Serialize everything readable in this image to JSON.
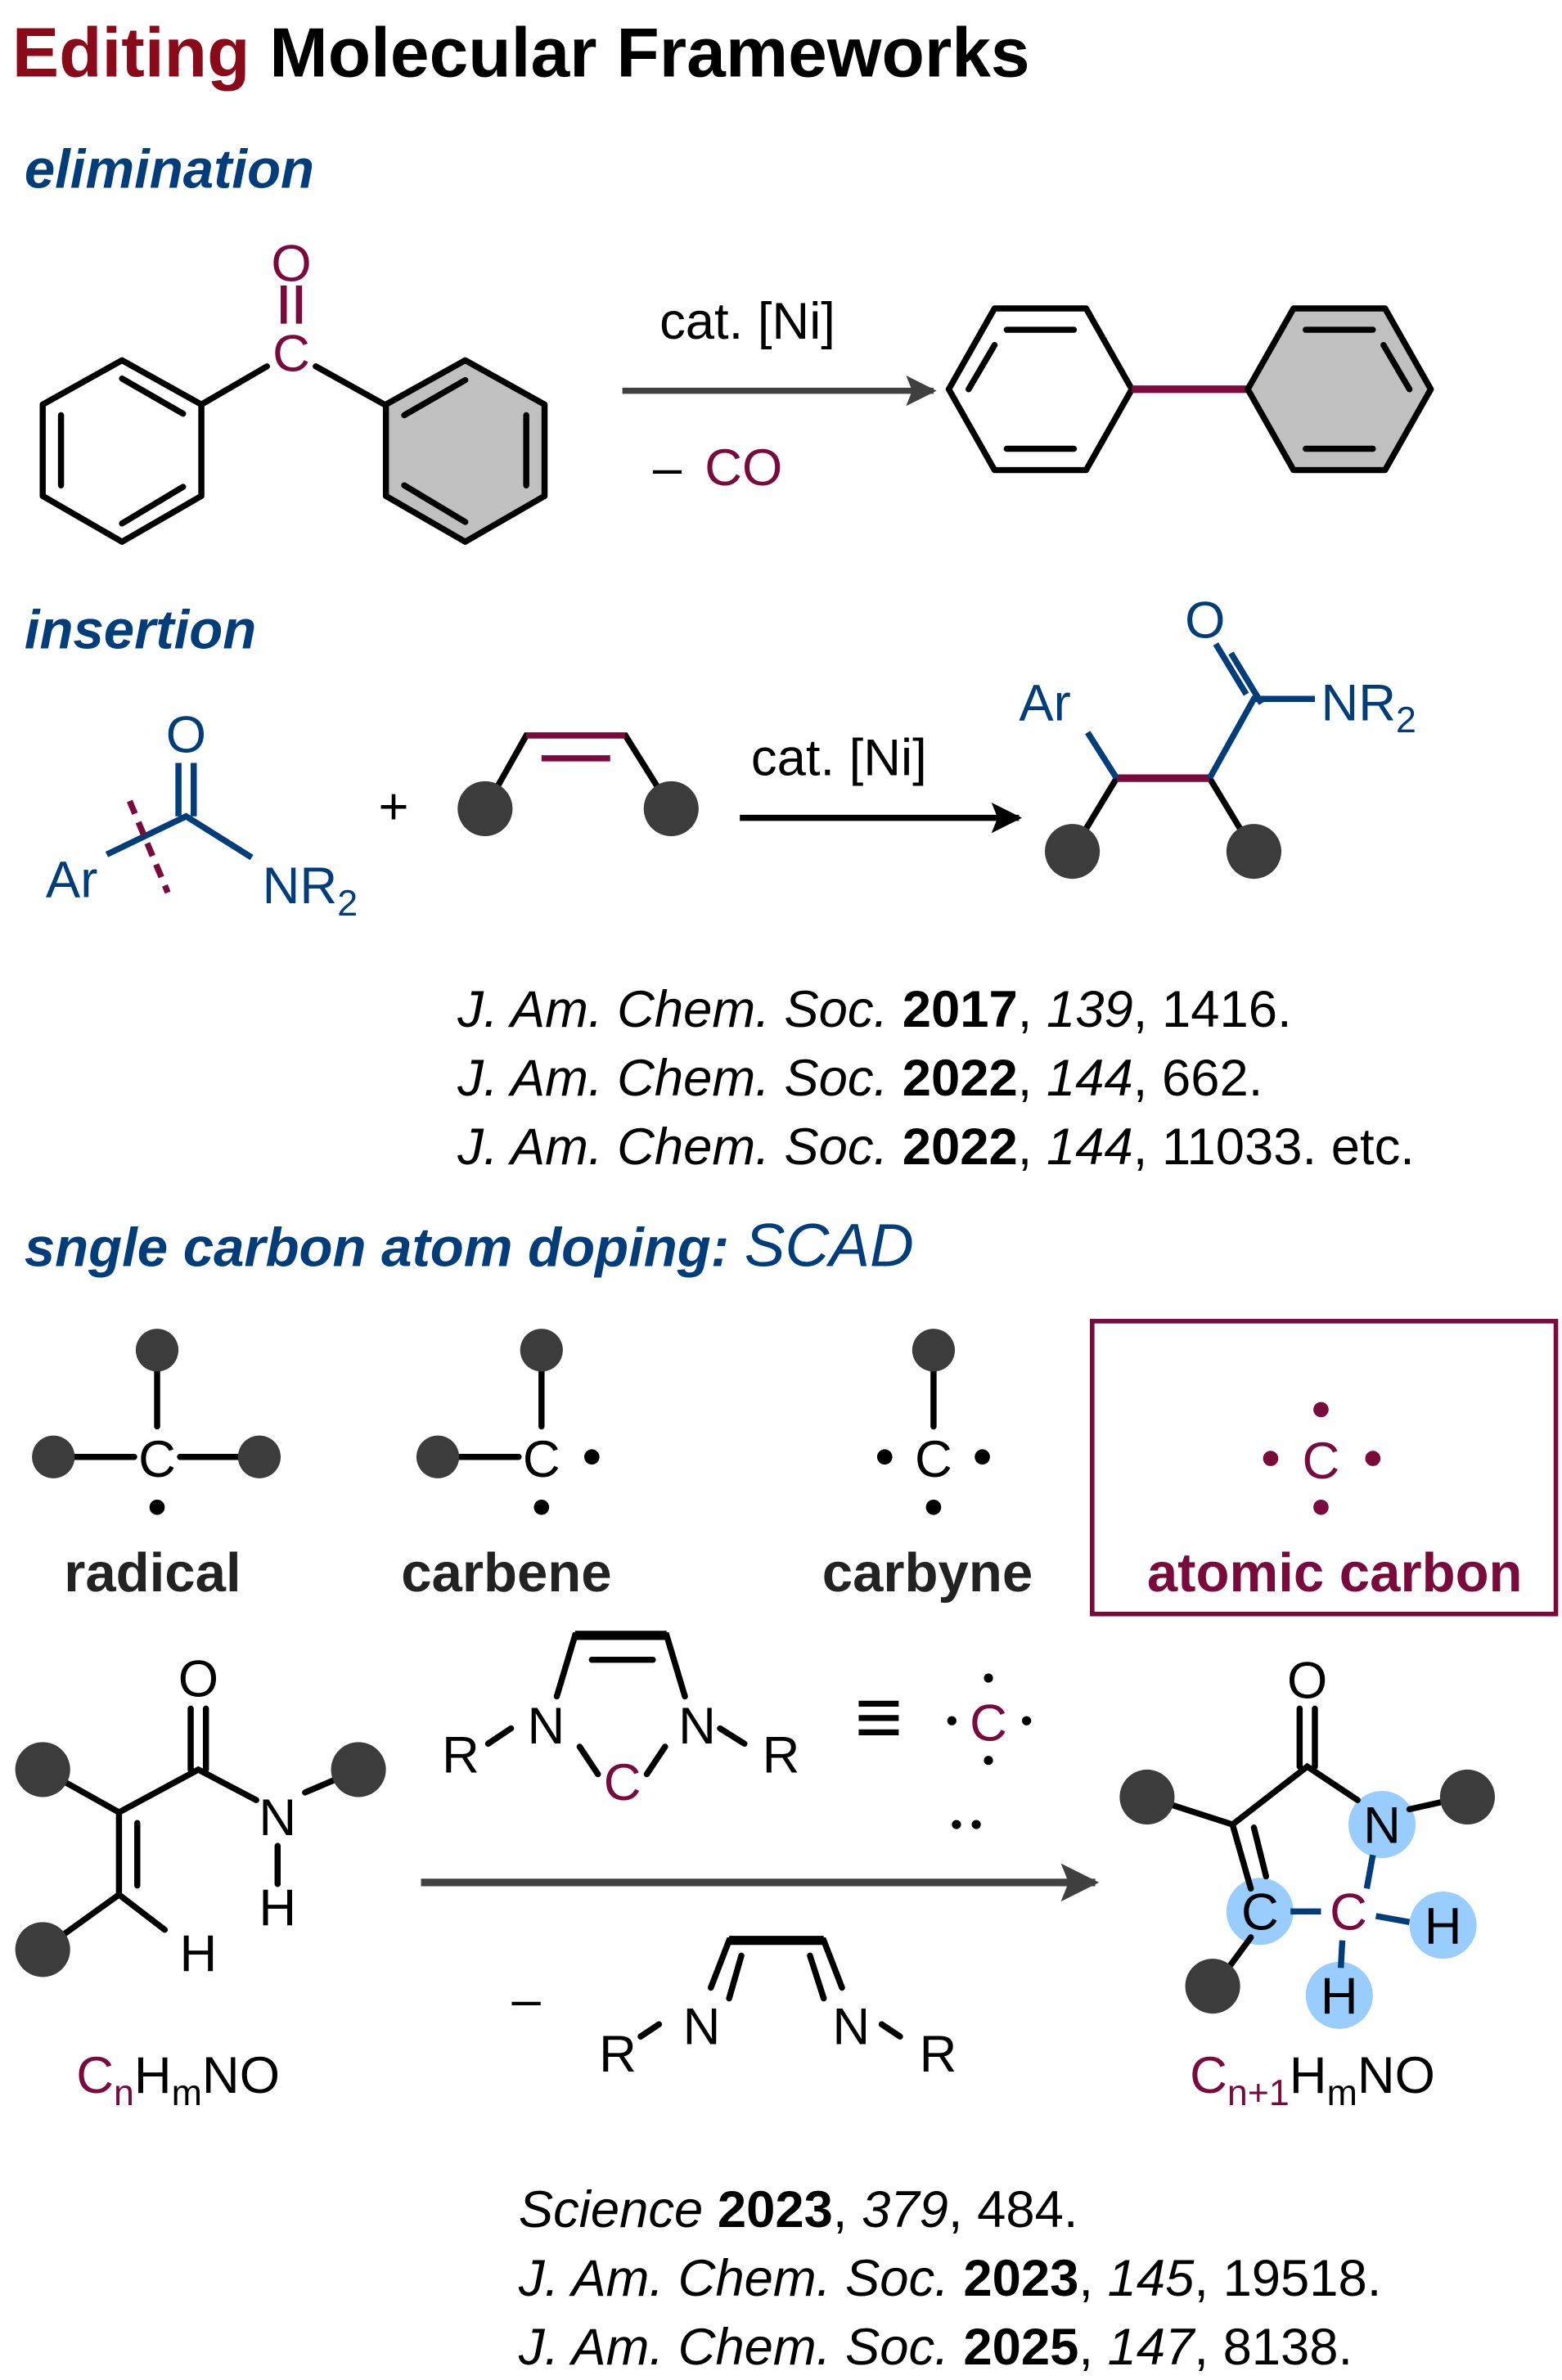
{
  "title": {
    "highlight": "Editing",
    "rest": " Molecular Frameworks"
  },
  "colors": {
    "maroon": "#7a0a3c",
    "blue": "#003d7a",
    "highlight": "#99ccff",
    "dot": "#3c3c3c"
  },
  "elimination": {
    "heading": "elimination",
    "carbonyl_o": "O",
    "carbonyl_c": "C",
    "reagent": "cat. [Ni]",
    "byproduct_sign": "–",
    "byproduct": "CO"
  },
  "insertion": {
    "heading": "insertion",
    "ar": "Ar",
    "o": "O",
    "nr": "NR",
    "sub2": "2",
    "plus": "+",
    "reagent": "cat. [Ni]",
    "product_ar": "Ar",
    "product_o": "O",
    "product_nr": "NR",
    "product_sub2": "2"
  },
  "references1": [
    {
      "journal": "J. Am. Chem. Soc.",
      "year": "2017",
      "volume": "139",
      "page": "1416."
    },
    {
      "journal": "J. Am. Chem. Soc.",
      "year": "2022",
      "volume": "144",
      "page": "662."
    },
    {
      "journal": "J. Am. Chem. Soc.",
      "year": "2022",
      "volume": "144",
      "page": "11033. etc."
    }
  ],
  "scad": {
    "heading": "sngle carbon atom doping",
    "heading_colon": ": ",
    "heading_abbr": "SCAD",
    "species": [
      {
        "c": "C",
        "label": "radical"
      },
      {
        "c": "C",
        "label": "carbene"
      },
      {
        "c": "C",
        "label": "carbyne"
      },
      {
        "c": "C",
        "label": "atomic carbon"
      }
    ]
  },
  "reaction": {
    "reactant": {
      "o": "O",
      "n": "N",
      "h_nh": "H",
      "h": "H",
      "formula_c": "C",
      "formula_n": "n",
      "formula_h": "H",
      "formula_m": "m",
      "formula_rest": "NO"
    },
    "nhc": {
      "r1": "R",
      "n1": "N",
      "c": "C",
      "n2": "N",
      "r2": "R",
      "equiv": "≡",
      "atomic_c": "C"
    },
    "byproduct": {
      "sign": "–",
      "r1": "R",
      "n1": "N",
      "n2": "N",
      "r2": "R"
    },
    "product": {
      "o": "O",
      "n": "N",
      "c1": "C",
      "c2": "C",
      "h1": "H",
      "h2": "H",
      "formula_c": "C",
      "formula_sub": "n+1",
      "formula_h": "H",
      "formula_m": "m",
      "formula_rest": "NO"
    }
  },
  "references2": [
    {
      "journal": "Science",
      "year": "2023",
      "volume": "379",
      "page": "484."
    },
    {
      "journal": "J. Am. Chem. Soc.",
      "year": "2023",
      "volume": "145",
      "page": "19518."
    },
    {
      "journal": "J. Am. Chem. Soc.",
      "year": "2025",
      "volume": "147",
      "page": "8138."
    }
  ]
}
